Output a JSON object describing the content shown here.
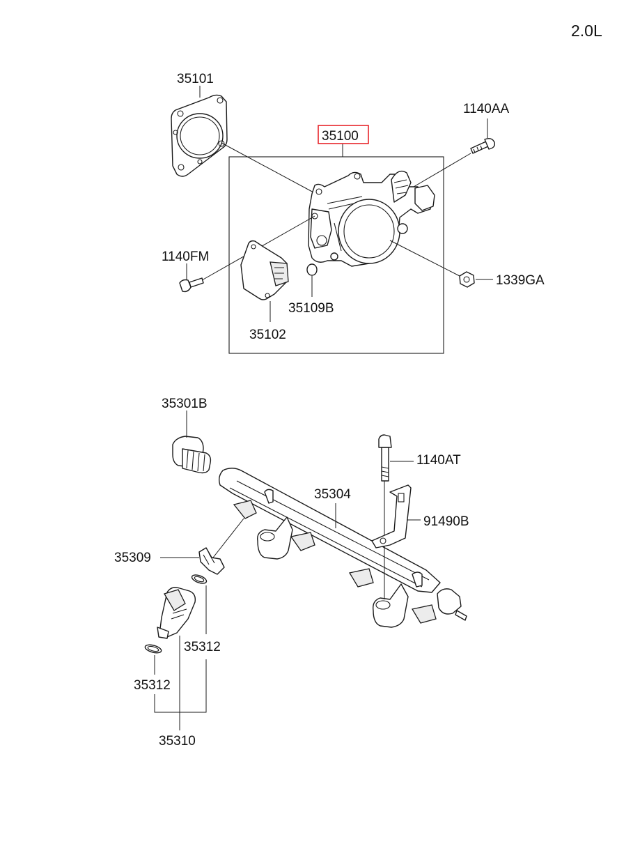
{
  "engine_label": "2.0L",
  "highlight_color": "#e8242a",
  "parts": {
    "throttle_gasket": "35101",
    "throttle_body_assy": "35100",
    "throttle_bolt": "1140AA",
    "tps_screw": "1140FM",
    "throttle_nut": "1339GA",
    "tps_sensor": "35102",
    "throttle_cap": "35109B",
    "damper_plug": "35301B",
    "rail_bolt": "1140AT",
    "fuel_rail": "35304",
    "rail_bracket": "91490B",
    "injector_clip": "35309",
    "o_ring_upper": "35312",
    "o_ring_lower": "35312",
    "injector": "35310"
  }
}
